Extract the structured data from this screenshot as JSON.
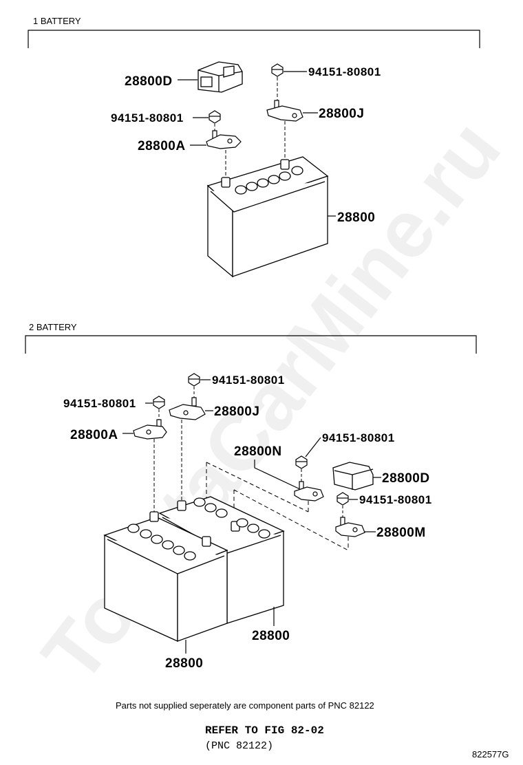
{
  "watermark": "ToyotaCarMine.ru",
  "sections": [
    {
      "title": "1 BATTERY"
    },
    {
      "title": "2 BATTERY"
    }
  ],
  "section1": {
    "terminal_cover": "28800D",
    "nut_a": "94151-80801",
    "nut_b": "94151-80801",
    "terminal_j": "28800J",
    "terminal_a": "28800A",
    "battery": "28800"
  },
  "section2": {
    "nut_1": "94151-80801",
    "nut_2": "94151-80801",
    "terminal_j": "28800J",
    "terminal_a": "28800A",
    "terminal_n": "28800N",
    "nut_3": "94151-80801",
    "terminal_cover": "28800D",
    "nut_4": "94151-80801",
    "terminal_m": "28800M",
    "battery_right": "28800",
    "battery_left": "28800"
  },
  "footer": {
    "note": "Parts not supplied seperately are component parts of PNC 82122",
    "refer": "REFER TO FIG 82-02",
    "pnc": "(PNC 82122)",
    "code": "822577G"
  }
}
